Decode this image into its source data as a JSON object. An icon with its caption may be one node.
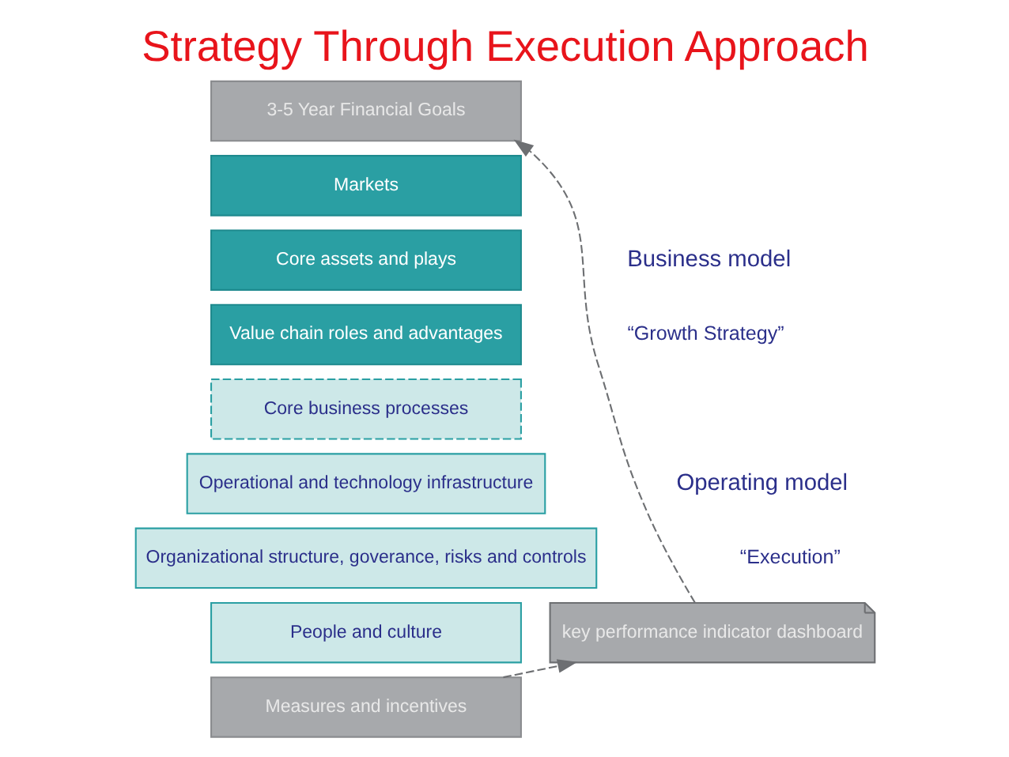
{
  "diagram": {
    "title": "Strategy Through Execution Approach",
    "nodes": [
      {
        "text": [
          "3-5 Year Financial Goals"
        ]
      },
      {
        "text": [
          "Markets"
        ]
      },
      {
        "text": [
          "Core assets and plays"
        ]
      },
      {
        "text": [
          "Value chain roles and advantages"
        ]
      },
      {
        "text": [
          "Core business processes"
        ]
      },
      {
        "text": [
          "Operational and technology infrastructure"
        ]
      },
      {
        "text": [
          "Organizational structure, goverance, risks and controls"
        ]
      },
      {
        "text": [
          "People and culture"
        ]
      },
      {
        "text": [
          "Measures and incentives"
        ]
      },
      {
        "text": [
          "key performance indicator dashboard"
        ]
      }
    ],
    "edges": [
      {
        "from": 9,
        "to": 0,
        "arrow": "to",
        "style": "dashed"
      },
      {
        "from": 8,
        "to": 9,
        "arrow": "to",
        "style": "dashed"
      }
    ],
    "labels": [
      "Business model",
      "“Growth Strategy”",
      "Operating model",
      "“Execution”"
    ]
  }
}
